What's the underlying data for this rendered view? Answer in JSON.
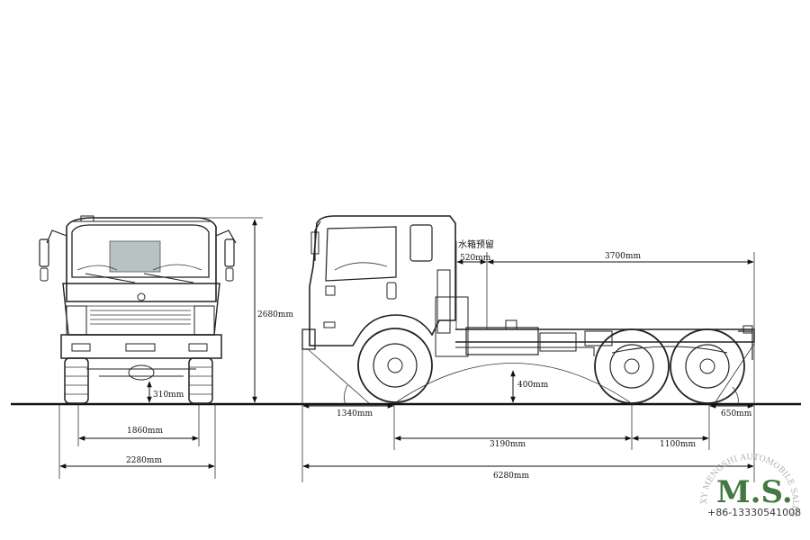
{
  "dimensions": {
    "front_height": "2680mm",
    "ground_clearance_front": "310mm",
    "track_width": "1860mm",
    "overall_width": "2280mm",
    "radiator_label": "水箱预留",
    "radiator_reserve": "520mm",
    "frame_rear_length": "3700mm",
    "front_overhang": "1340mm",
    "axle_clearance": "400mm",
    "wheelbase": "3190mm",
    "rear_axle_spacing": "1100mm",
    "rear_overhang": "650mm",
    "overall_length": "6280mm"
  },
  "watermark": {
    "logo": "M.S.",
    "phone": "+86-13330541008",
    "company": "XY MENGSHI AUTOMOBILE SALES CO.,LTD"
  },
  "colors": {
    "logo": "#2e6b2e",
    "line": "#222222"
  }
}
